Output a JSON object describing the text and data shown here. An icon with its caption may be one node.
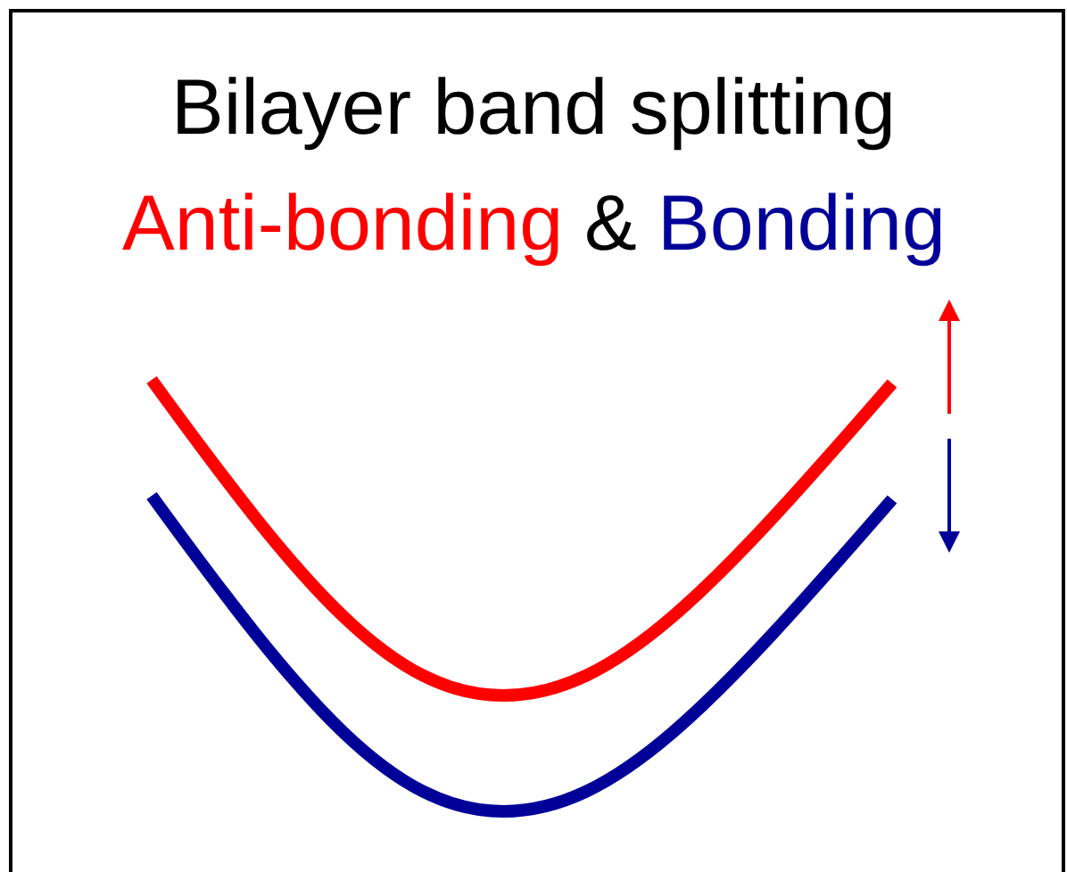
{
  "diagram": {
    "title": "Bilayer band splitting",
    "labels": [
      "Anti-bonding",
      "&",
      "Bonding"
    ]
  }
}
